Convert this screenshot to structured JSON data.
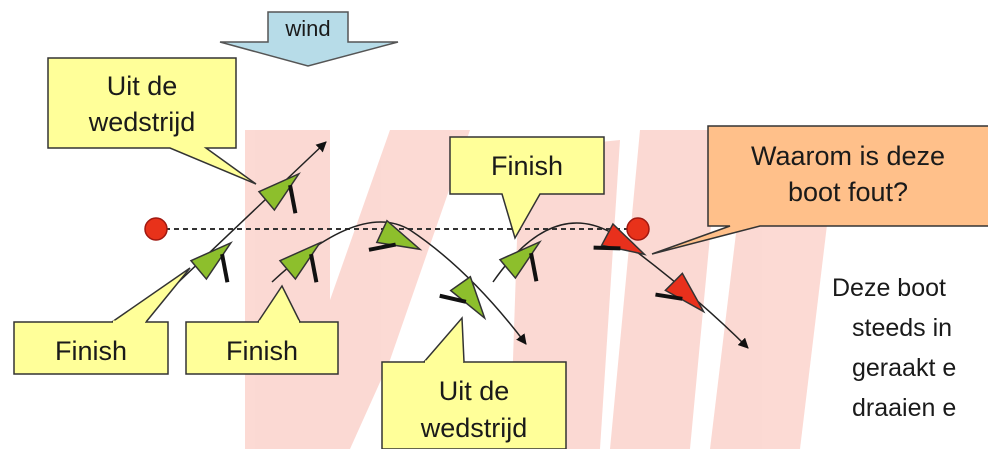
{
  "wind": {
    "label": "wind"
  },
  "callouts": {
    "out_top": [
      "Uit de",
      "wedstrijd"
    ],
    "finish_top": "Finish",
    "question": [
      "Waarom is deze",
      "boot fout?"
    ],
    "finish_left": "Finish",
    "finish_mid": "Finish",
    "out_bottom": [
      "Uit de",
      "wedstrijd"
    ]
  },
  "explanation": [
    "Deze boot",
    "steeds in",
    "geraakt e",
    "draaien e"
  ],
  "colors": {
    "callout_yellow": "#ffff99",
    "callout_orange": "#ffc08a",
    "boat_green": "#8dbf2c",
    "boat_red": "#e8301c",
    "mark": "#e8321a",
    "wind_arrow": "#b7dce8",
    "watermark": "#fbd3cc"
  }
}
